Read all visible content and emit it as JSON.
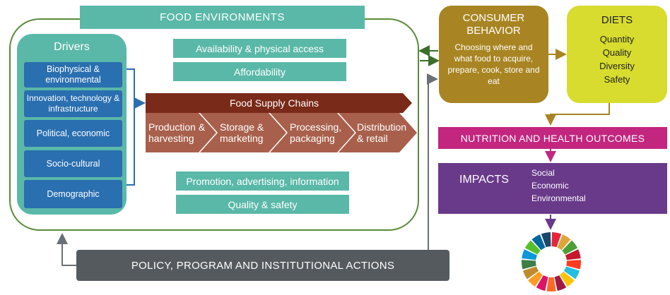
{
  "food_env": {
    "title": "FOOD ENVIRONMENTS",
    "drivers_title": "Drivers",
    "drivers": [
      "Biophysical & environmental",
      "Innovation, technology & infrastructure",
      "Political, economic",
      "Socio-cultural",
      "Demographic"
    ],
    "top_boxes": [
      "Availability & physical access",
      "Affordability"
    ],
    "bottom_boxes": [
      "Promotion, advertising, information",
      "Quality & safety"
    ],
    "supply_chain_title": "Food Supply Chains",
    "supply_chain_steps": [
      "Production & harvesting",
      "Storage & marketing",
      "Processing, packaging",
      "Distribution & retail"
    ]
  },
  "consumer": {
    "title_line1": "CONSUMER",
    "title_line2": "BEHAVIOR",
    "description": "Choosing where and what food to acquire, prepare, cook, store and eat"
  },
  "diets": {
    "title": "DIETS",
    "items": [
      "Quantity",
      "Quality",
      "Diversity",
      "Safety"
    ]
  },
  "nutrition": {
    "title": "NUTRITION AND HEALTH OUTCOMES"
  },
  "impacts": {
    "title": "IMPACTS",
    "items": [
      "Social",
      "Economic",
      "Environmental"
    ]
  },
  "policy": {
    "title": "POLICY, PROGRAM AND INSTITUTIONAL ACTIONS"
  },
  "colors": {
    "teal": "#5ab8a8",
    "green_border": "#5a8a3a",
    "driver_blue": "#2a6fb0",
    "supply_dark": "#7a2a18",
    "supply_light": "#a8604c",
    "consumer_brown": "#a88522",
    "diets_yellow": "#d7dc2e",
    "nutrition_magenta": "#c2267f",
    "impacts_purple": "#6a3a8a",
    "policy_gray": "#555a5e"
  },
  "icons": [
    "sdg-wheel-icon"
  ]
}
